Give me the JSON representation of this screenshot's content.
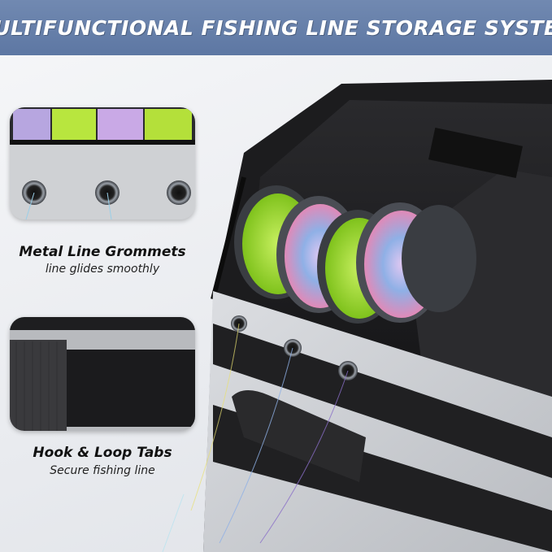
{
  "banner": {
    "title": "MULTIFUNCTIONAL FISHING LINE STORAGE SYSTEM"
  },
  "features": [
    {
      "title": "Metal Line Grommets",
      "subtitle": "line glides smoothly"
    },
    {
      "title": "Hook & Loop Tabs",
      "subtitle": "Secure fishing line"
    }
  ],
  "colors": {
    "banner": "#6a82ac",
    "bag_gray": "#cfd2d6",
    "bag_black": "#1c1c1e",
    "line_green": "#a8e03a",
    "line_multicolor": "#b49be0"
  }
}
